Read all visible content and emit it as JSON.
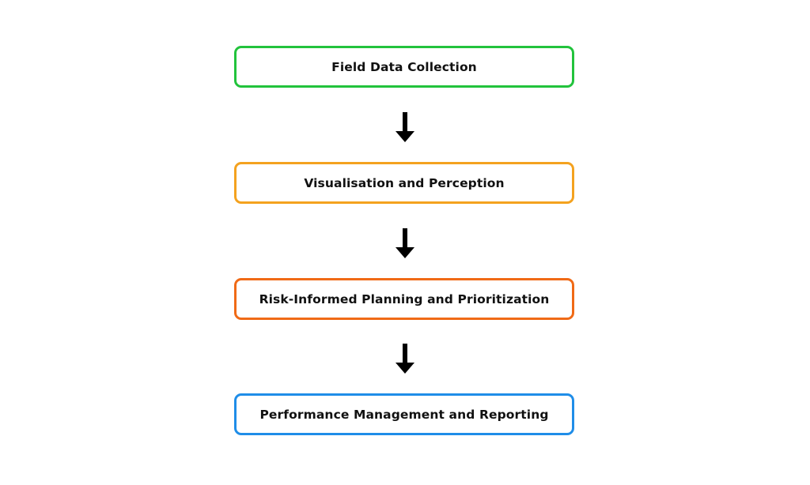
{
  "steps": [
    {
      "label": "Field Data Collection",
      "border_color": "#22c33c"
    },
    {
      "label": "Visualisation and Perception",
      "border_color": "#f4a21f"
    },
    {
      "label": "Risk-Informed Planning and Prioritization",
      "border_color": "#f06a16"
    },
    {
      "label": "Performance Management and Reporting",
      "border_color": "#1f8de8"
    }
  ],
  "arrow_icon": "arrow-down-icon",
  "arrow_color": "#000000"
}
